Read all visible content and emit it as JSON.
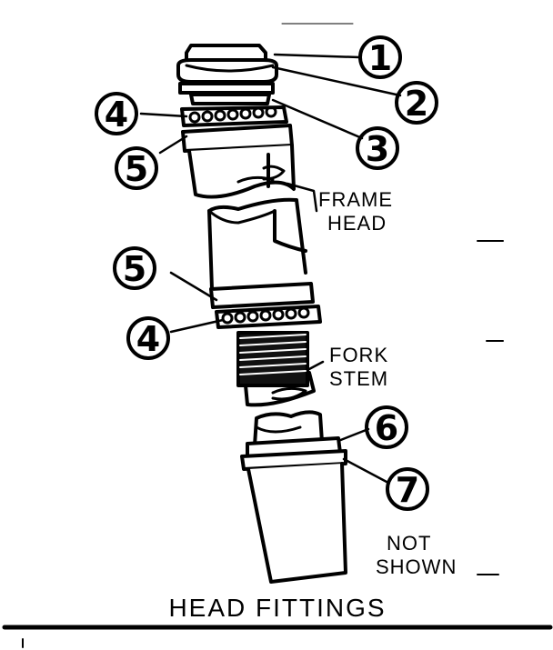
{
  "title": "HEAD FITTINGS",
  "callouts": [
    "1",
    "2",
    "3",
    "4",
    "5",
    "4",
    "5",
    "6",
    "7"
  ],
  "labels": {
    "frame_head_line1": "FRAME",
    "frame_head_line2": "HEAD",
    "fork_stem_line1": "FORK",
    "fork_stem_line2": "STEM",
    "not_shown_line1": "NOT",
    "not_shown_line2": "SHOWN"
  }
}
